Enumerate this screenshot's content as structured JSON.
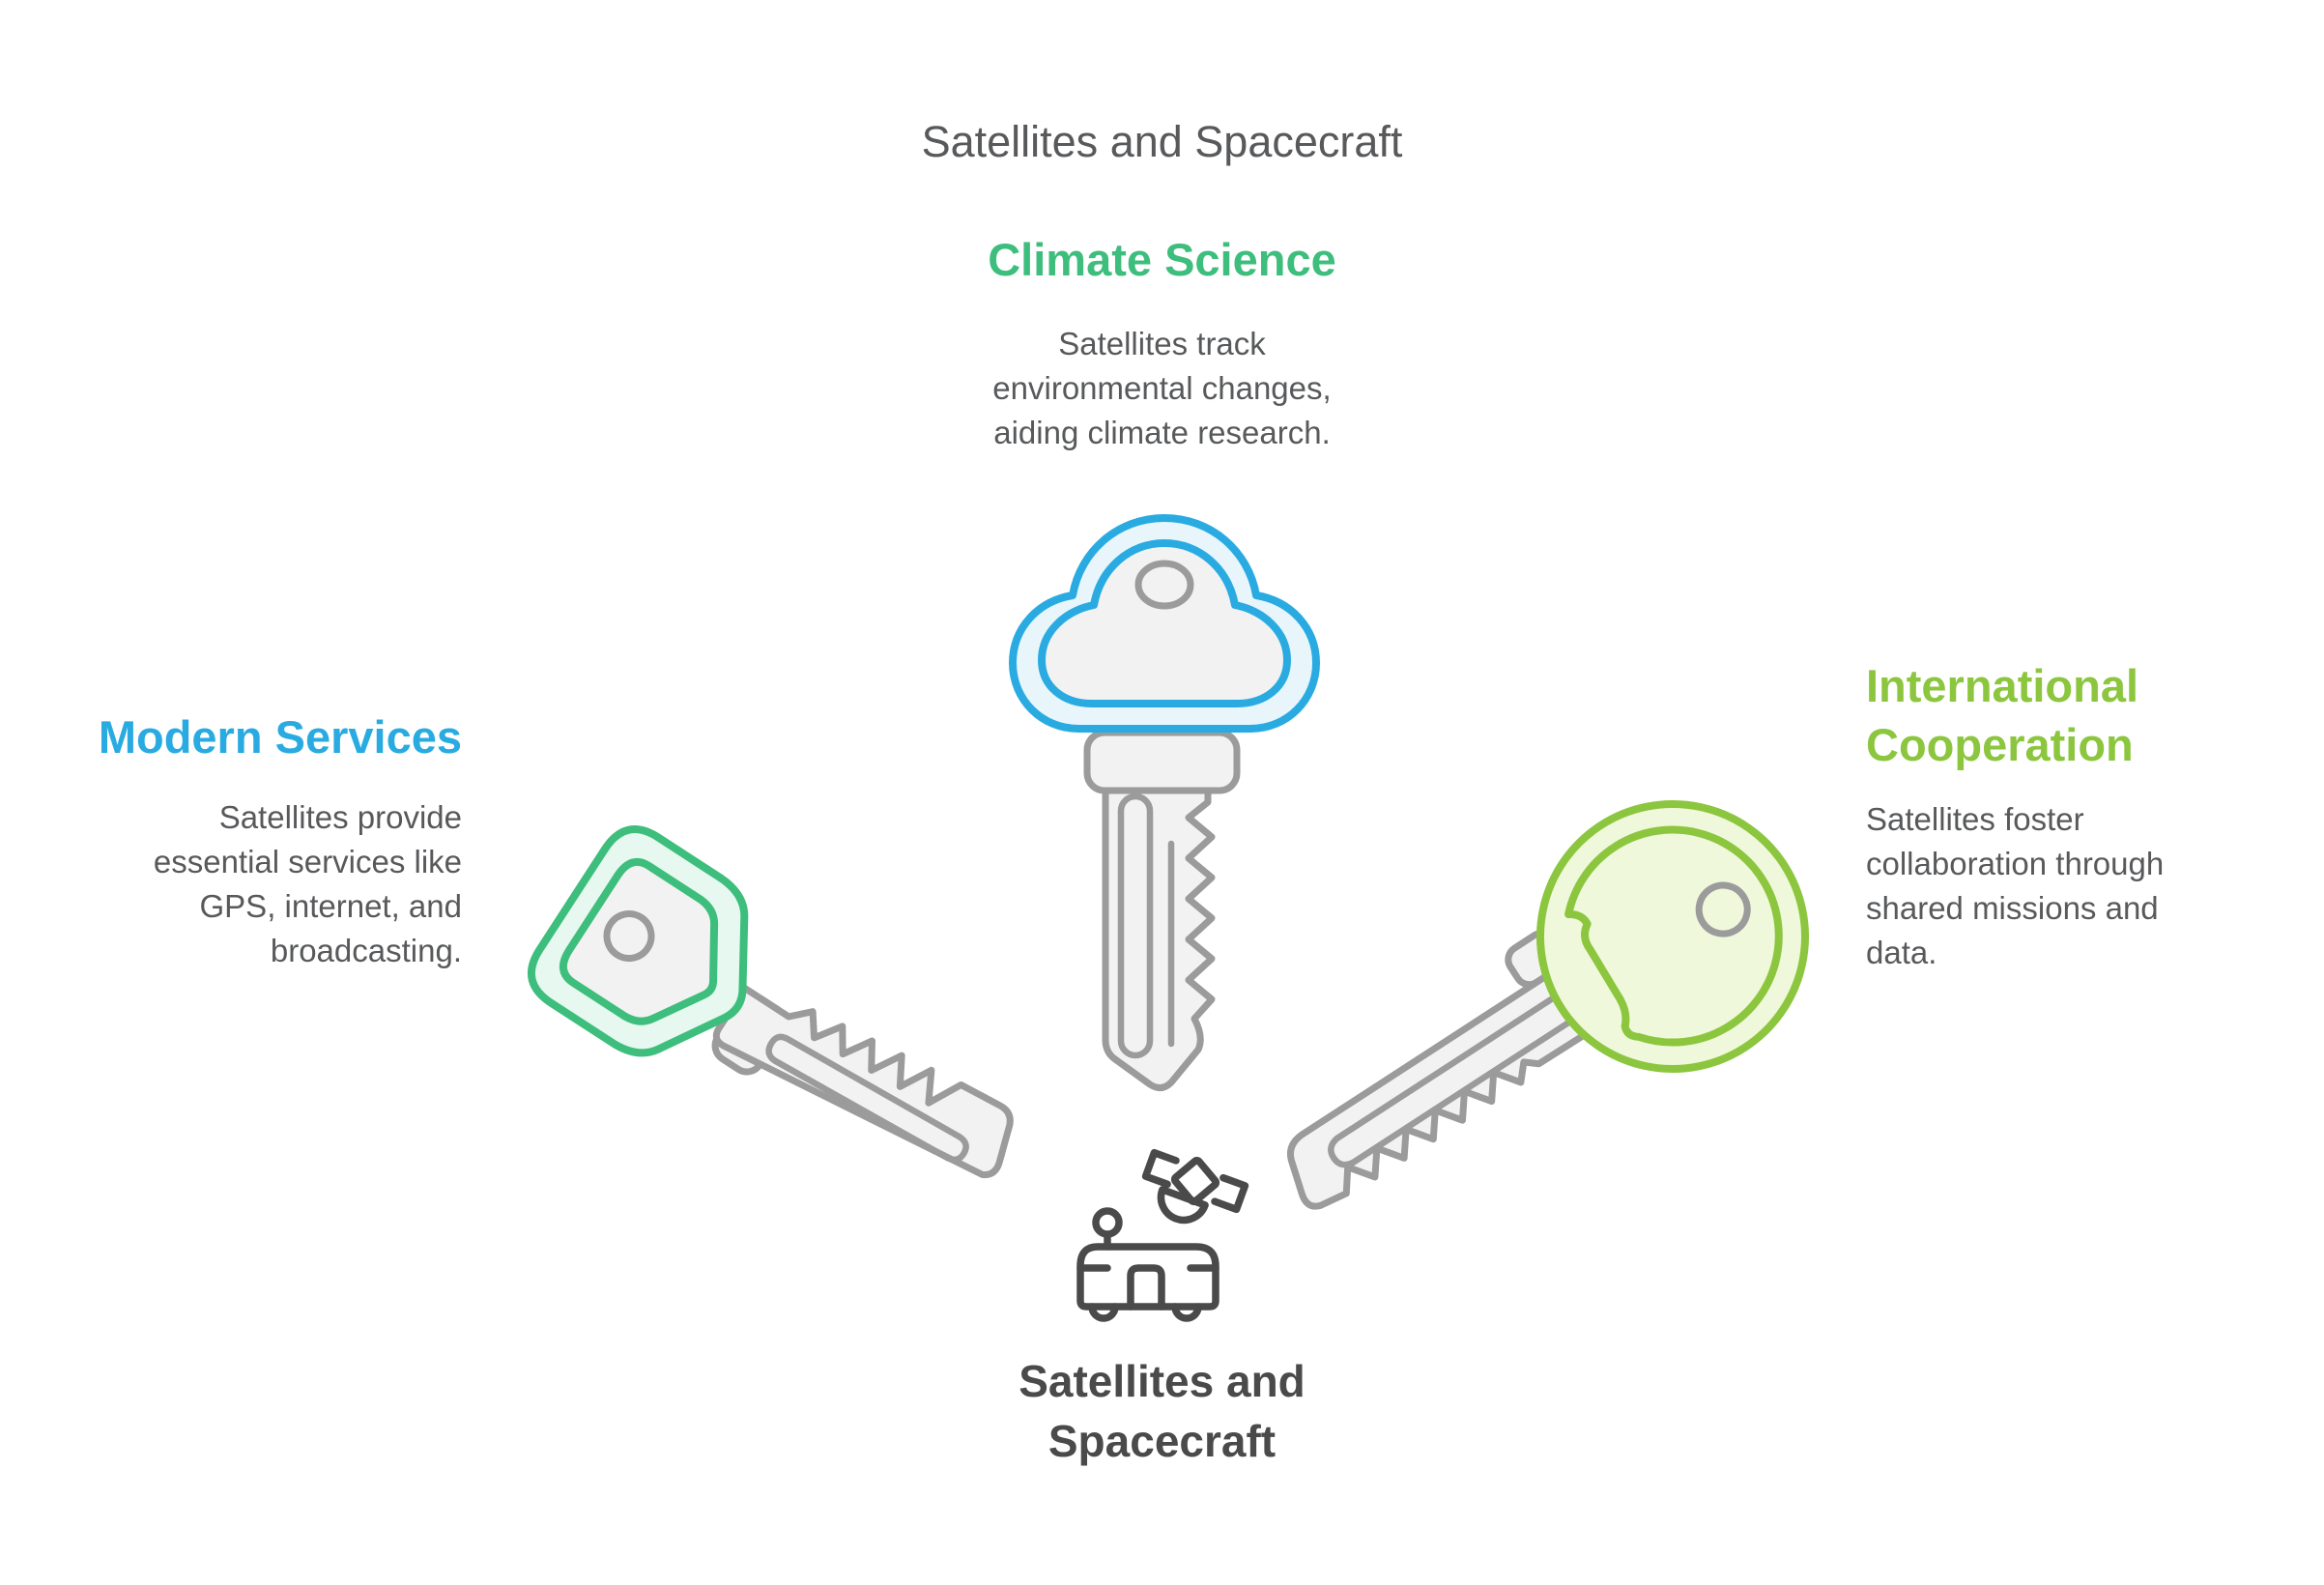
{
  "page": {
    "title": "Satellites and Spacecraft"
  },
  "colors": {
    "blue": "#29abe2",
    "green": "#3dbe7c",
    "lime": "#8cc63f",
    "blue-fill": "#e8f6fc",
    "green-fill": "#e6f8ef",
    "lime-fill": "#eff8da",
    "key-fill": "#f2f2f2",
    "key-outline": "#9b9b9b",
    "text": "#58595b",
    "label": "#4a4a4a"
  },
  "sections": {
    "climate": {
      "heading": "Climate Science",
      "body": "Satellites track\nenvironmental changes,\naiding climate research."
    },
    "modern": {
      "heading": "Modern Services",
      "body": "Satellites provide\nessential services like\nGPS, internet, and\nbroadcasting."
    },
    "international": {
      "heading": "International\nCooperation",
      "body": "Satellites foster\ncollaboration through\nshared missions and\ndata."
    }
  },
  "footer": {
    "label": "Satellites and\nSpacecraft"
  }
}
